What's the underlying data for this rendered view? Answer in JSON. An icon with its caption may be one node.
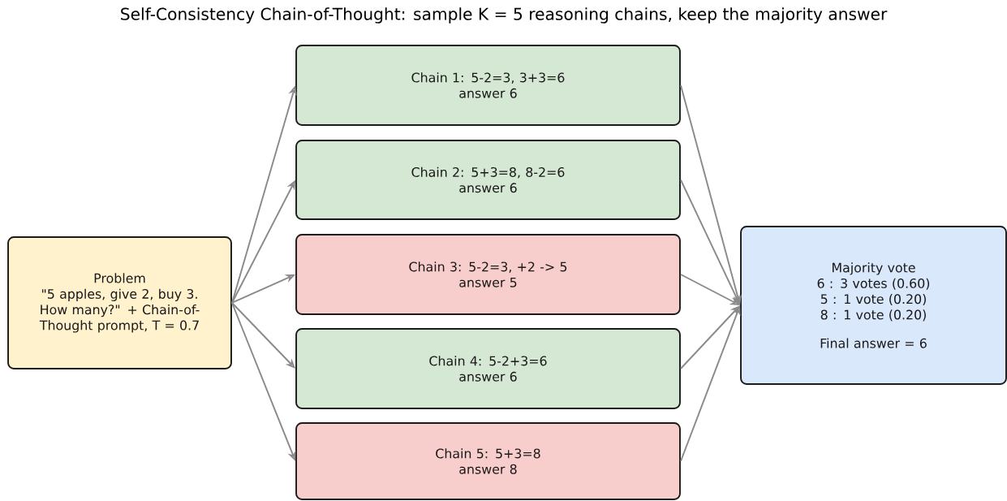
{
  "diagram": {
    "title": "Self-Consistency Chain-of-Thought: sample K = 5 reasoning chains, keep the majority answer",
    "nodes": [
      {
        "text": [
          "Problem",
          "\"5 apples, give 2, buy 3. How many?\" + Chain-of-Thought prompt, T = 0.7"
        ]
      },
      {
        "text": [
          "Chain 1: 5-2=3, 3+3=6",
          "answer 6"
        ]
      },
      {
        "text": [
          "Chain 2: 5+3=8, 8-2=6",
          "answer 6"
        ]
      },
      {
        "text": [
          "Chain 3: 5-2=3, +2 -> 5",
          "answer 5"
        ]
      },
      {
        "text": [
          "Chain 4: 5-2+3=6",
          "answer 6"
        ]
      },
      {
        "text": [
          "Chain 5: 5+3=8",
          "answer 8"
        ]
      },
      {
        "text": [
          "Majority vote",
          "6 : 3 votes (0.60) 5 : 1 vote (0.20) 8 : 1 vote (0.20)",
          "Final answer = 6"
        ]
      }
    ],
    "edges": [
      {
        "from": 0,
        "to": 1,
        "arrow": "to"
      },
      {
        "from": 0,
        "to": 2,
        "arrow": "to"
      },
      {
        "from": 0,
        "to": 3,
        "arrow": "to"
      },
      {
        "from": 0,
        "to": 4,
        "arrow": "to"
      },
      {
        "from": 0,
        "to": 5,
        "arrow": "to"
      },
      {
        "from": 1,
        "to": 6,
        "arrow": "to"
      },
      {
        "from": 2,
        "to": 6,
        "arrow": "to"
      },
      {
        "from": 3,
        "to": 6,
        "arrow": "to"
      },
      {
        "from": 4,
        "to": 6,
        "arrow": "to"
      },
      {
        "from": 5,
        "to": 6,
        "arrow": "to"
      }
    ]
  }
}
